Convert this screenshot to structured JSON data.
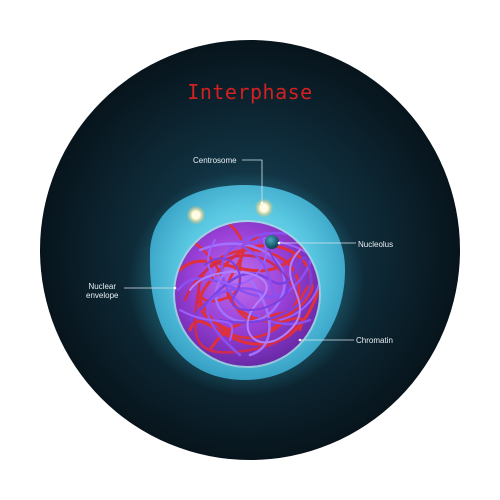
{
  "title": "Interphase",
  "labels": {
    "centrosome": "Centrosome",
    "nucleolus": "Nucleolus",
    "nuclear_line1": "Nuclear",
    "nuclear_line2": "envelope",
    "chromatin": "Chromatin"
  },
  "colors": {
    "background": "#0a1822",
    "cytoplasm": "#5fd0ea",
    "nucleus": "#9a40d8",
    "chromatin_red": "#e0303a",
    "chromatin_purple": "#8a50f0",
    "title": "#d42020",
    "label": "#e8eef3"
  }
}
